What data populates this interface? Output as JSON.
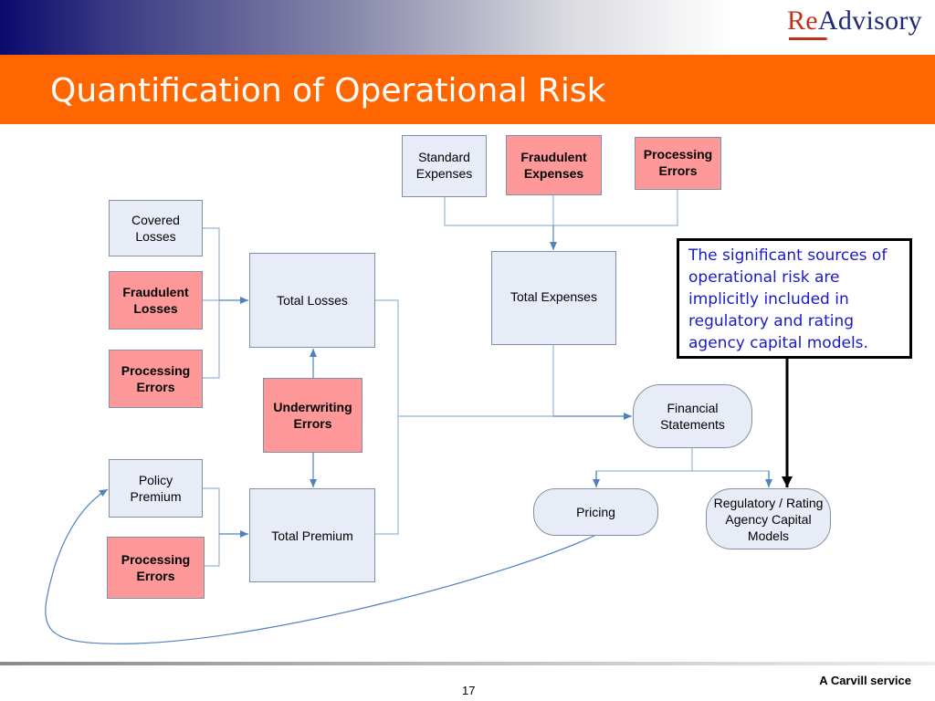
{
  "header": {
    "logo_re": "Re",
    "logo_rest": "Advisory",
    "title": "Quantification of Operational Risk"
  },
  "diagram": {
    "covered_losses": "Covered Losses",
    "fraudulent_losses": "Fraudulent Losses",
    "processing_errors_losses": "Processing Errors",
    "policy_premium": "Policy Premium",
    "processing_errors_premium": "Processing Errors",
    "total_losses": "Total Losses",
    "underwriting_errors": "Underwriting Errors",
    "total_premium": "Total Premium",
    "standard_expenses": "Standard Expenses",
    "fraudulent_expenses": "Fraudulent Expenses",
    "processing_errors_expenses": "Processing Errors",
    "total_expenses": "Total Expenses",
    "financial_statements": "Financial Statements",
    "pricing": "Pricing",
    "regulatory_models": "Regulatory / Rating Agency Capital Models"
  },
  "note": "The significant sources of operational risk are implicitly included in regulatory and rating agency capital models.",
  "footer": {
    "service": "A Carvill service",
    "page_number": "17"
  },
  "colors": {
    "title_bar": "#ff6600",
    "risk_box": "#ff9999",
    "neutral_box": "#e8ecf6",
    "connector": "#4f81bd",
    "note_text": "#1a1ac8"
  }
}
